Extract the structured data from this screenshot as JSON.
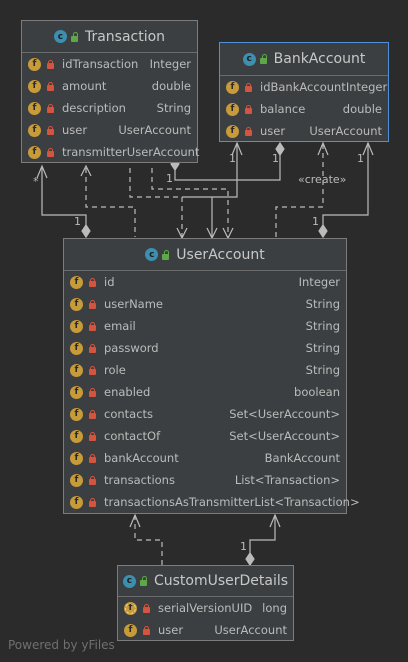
{
  "classes": {
    "transaction": {
      "name": "Transaction",
      "icon": "class-icon",
      "fields": [
        {
          "name": "idTransaction",
          "type": "Integer"
        },
        {
          "name": "amount",
          "type": "double"
        },
        {
          "name": "description",
          "type": "String"
        },
        {
          "name": "user",
          "type": "UserAccount"
        },
        {
          "name": "transmitter",
          "type": "UserAccount"
        }
      ]
    },
    "bankaccount": {
      "name": "BankAccount",
      "icon": "class-icon",
      "selected": true,
      "fields": [
        {
          "name": "idBankAccount",
          "type": "Integer"
        },
        {
          "name": "balance",
          "type": "double"
        },
        {
          "name": "user",
          "type": "UserAccount"
        }
      ]
    },
    "useraccount": {
      "name": "UserAccount",
      "icon": "class-icon",
      "fields": [
        {
          "name": "id",
          "type": "Integer"
        },
        {
          "name": "userName",
          "type": "String"
        },
        {
          "name": "email",
          "type": "String"
        },
        {
          "name": "password",
          "type": "String"
        },
        {
          "name": "role",
          "type": "String"
        },
        {
          "name": "enabled",
          "type": "boolean"
        },
        {
          "name": "contacts",
          "type": "Set<UserAccount>"
        },
        {
          "name": "contactOf",
          "type": "Set<UserAccount>"
        },
        {
          "name": "bankAccount",
          "type": "BankAccount"
        },
        {
          "name": "transactions",
          "type": "List<Transaction>"
        },
        {
          "name": "transactionsAsTransmitter",
          "type": "List<Transaction>"
        }
      ]
    },
    "customuserdetails": {
      "name": "CustomUserDetails",
      "icon": "class-icon",
      "fields": [
        {
          "name": "serialVersionUID",
          "type": "long",
          "static": true
        },
        {
          "name": "user",
          "type": "UserAccount"
        }
      ]
    }
  },
  "edge_labels": {
    "star": "*",
    "one_a": "1",
    "one_b": "1",
    "one_c": "1",
    "one_d": "1",
    "one_e": "1",
    "one_f": "1",
    "one_g": "1",
    "create": "«create»"
  },
  "colors": {
    "background": "#2b2b2b",
    "node": "#3c3f41",
    "selected_border": "#4d8fd9",
    "edge": "#bbbbbb",
    "field_icon": "#c79b3a",
    "class_icon": "#3d8fb0"
  },
  "footer": "Powered by yFiles"
}
